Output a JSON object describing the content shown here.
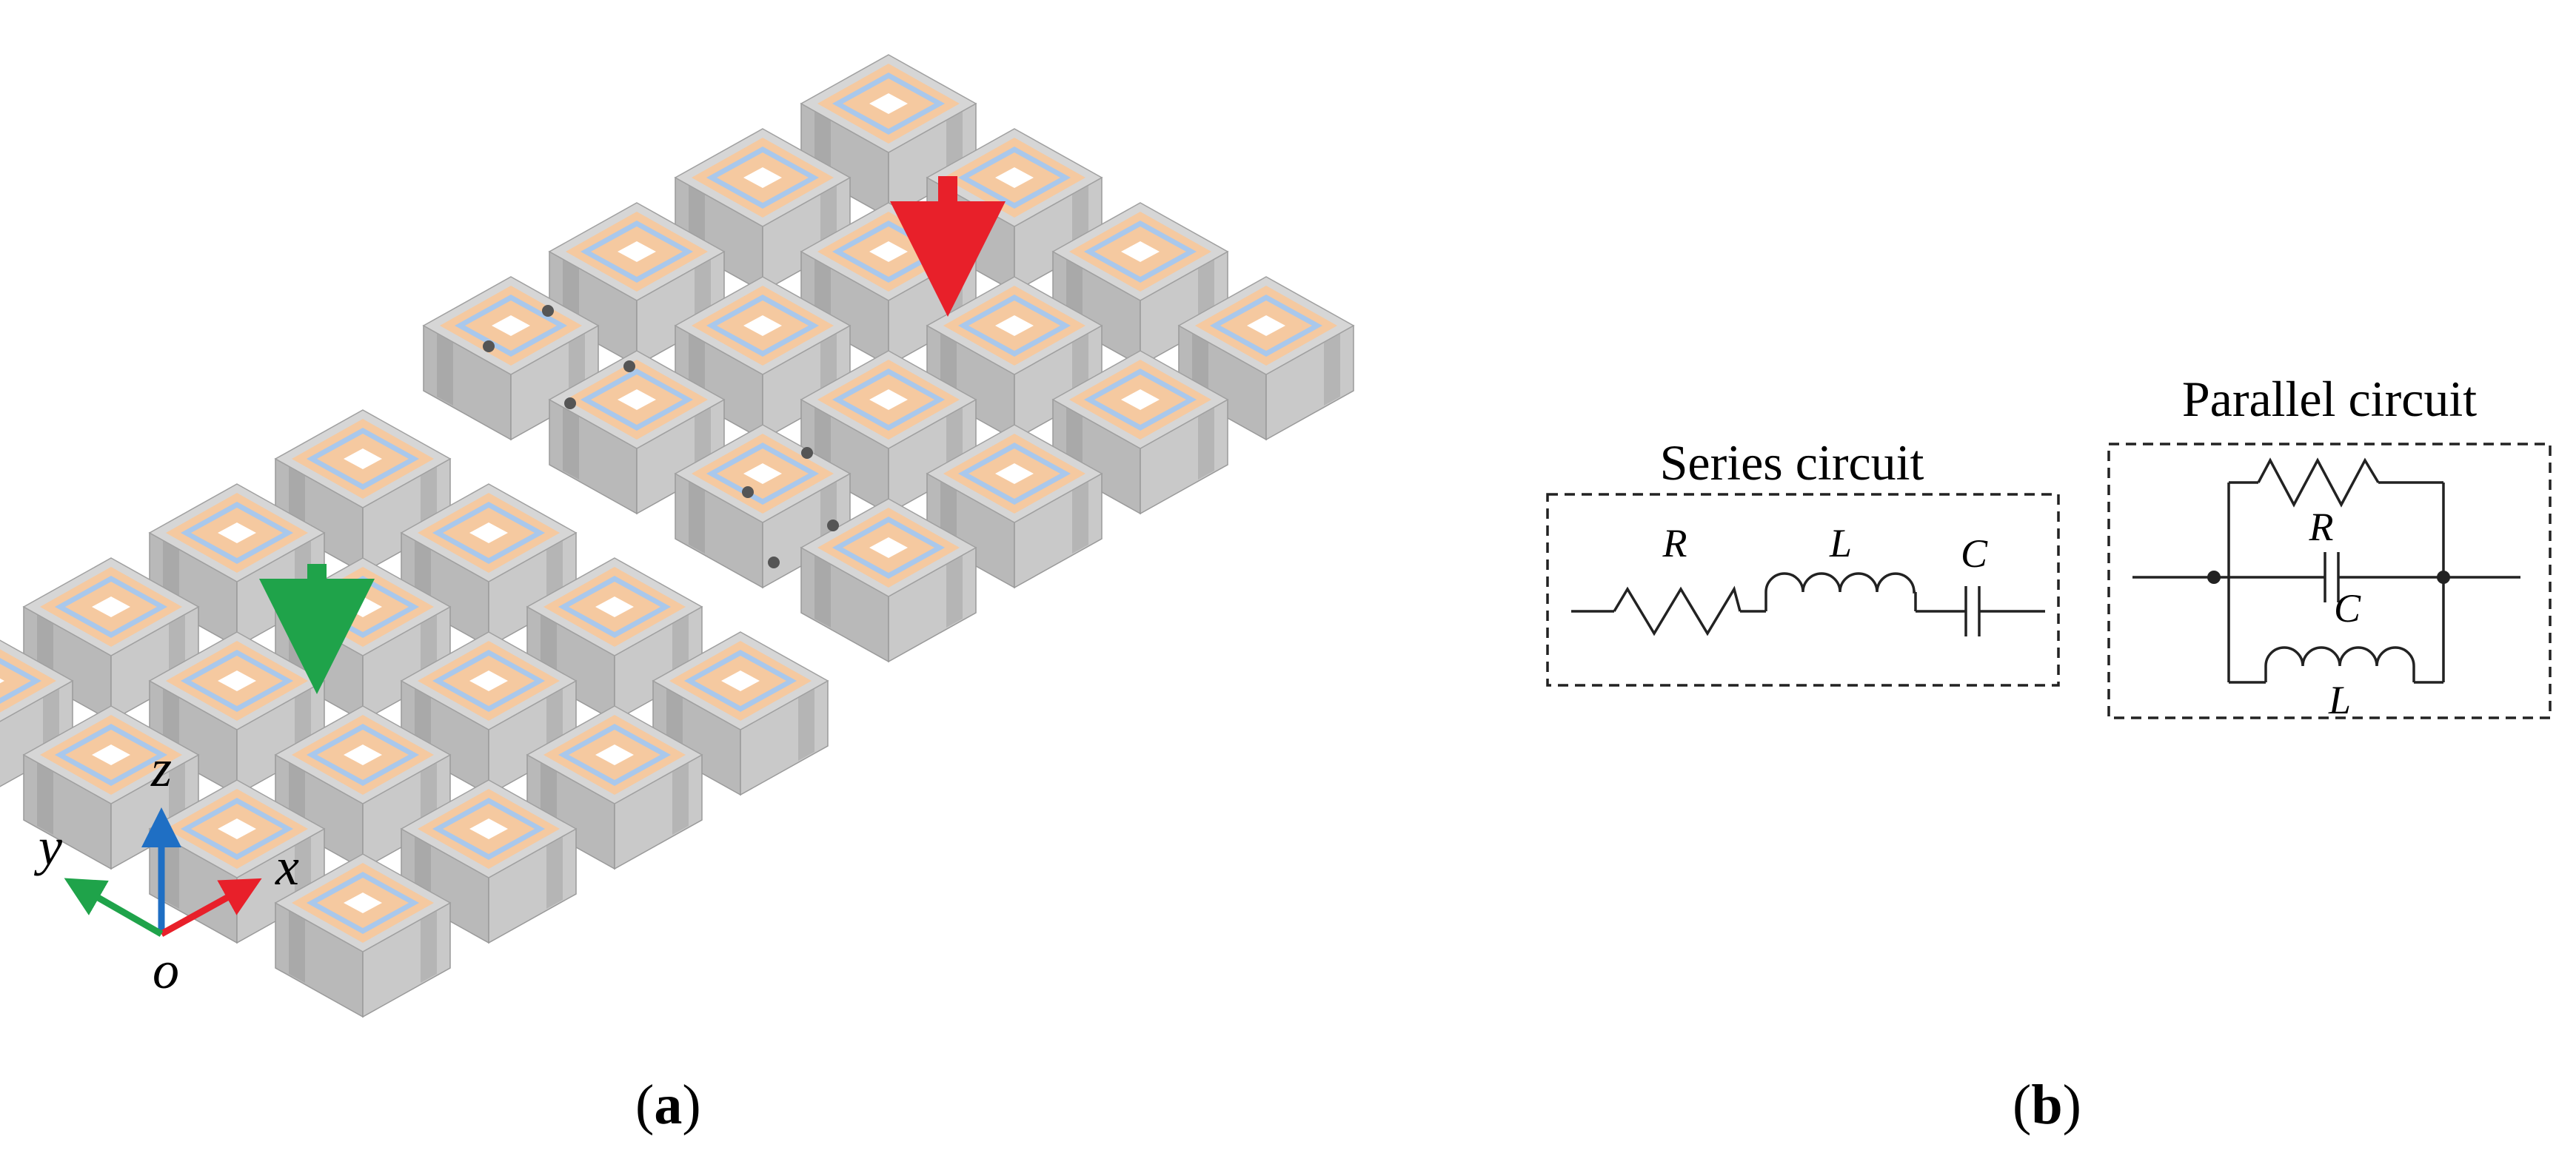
{
  "panels": {
    "a": {
      "label_open": "(",
      "label_letter": "a",
      "label_close": ")"
    },
    "b": {
      "label_open": "(",
      "label_letter": "b",
      "label_close": ")"
    }
  },
  "axes": {
    "x": "x",
    "y": "y",
    "z": "z",
    "origin": "o",
    "colors": {
      "x": "#e8202a",
      "y": "#1fa34a",
      "z": "#1f6fc4"
    }
  },
  "arrows": {
    "red": "#e8202a",
    "green": "#1fa34a"
  },
  "unit_cell_colors": {
    "block_top": "#d6d6d6",
    "block_left": "#b9b9b9",
    "block_right": "#c9c9c9",
    "patch": "#f5c9a0",
    "ring": "#a9c8ec",
    "hole": "#ffffff"
  },
  "series_circuit": {
    "title": "Series circuit",
    "R": "R",
    "L": "L",
    "C": "C"
  },
  "parallel_circuit": {
    "title": "Parallel circuit",
    "R": "R",
    "C": "C",
    "L": "L"
  }
}
